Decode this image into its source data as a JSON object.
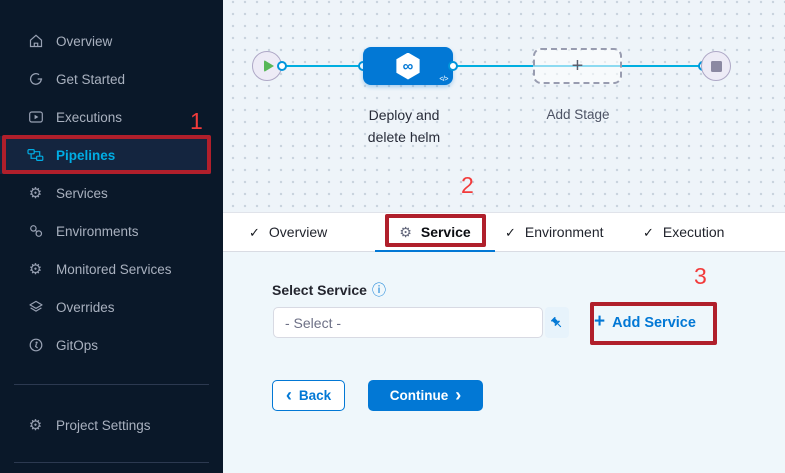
{
  "colors": {
    "accent_blue": "#0278d5",
    "link_cyan": "#00ade4",
    "sidebar_bg": "#0a1829",
    "sidebar_active_bg": "#14253f",
    "canvas_bg": "#eef4f9",
    "content_bg": "#eff7fb",
    "flow_line": "#00aee0",
    "annotation_box": "#b01f2b",
    "annotation_number": "#f23b3b",
    "node_green": "#58b758"
  },
  "glyphs": {
    "check": "✓",
    "gear": "⚙",
    "info": "ⓘ",
    "plus": "+",
    "infinity": "∞",
    "code": "</>",
    "chevron_left": "‹",
    "chevron_right": "›"
  },
  "sidebar": {
    "items": [
      {
        "label": "Overview",
        "icon": "home-icon"
      },
      {
        "label": "Get Started",
        "icon": "restart-icon"
      },
      {
        "label": "Executions",
        "icon": "executions-icon"
      },
      {
        "label": "Pipelines",
        "icon": "pipelines-icon",
        "active": true
      },
      {
        "label": "Services",
        "icon": "gear-icon"
      },
      {
        "label": "Environments",
        "icon": "environments-icon"
      },
      {
        "label": "Monitored Services",
        "icon": "monitored-services-icon"
      },
      {
        "label": "Overrides",
        "icon": "layers-icon"
      },
      {
        "label": "GitOps",
        "icon": "gitops-icon"
      }
    ],
    "footer_item": {
      "label": "Project Settings",
      "icon": "gear-icon"
    }
  },
  "canvas": {
    "stage_name": "Deploy and delete helm",
    "add_stage_label": "Add Stage"
  },
  "tabs": [
    {
      "label": "Overview",
      "icon": "check"
    },
    {
      "label": "Service",
      "icon": "gear",
      "active": true
    },
    {
      "label": "Environment",
      "icon": "check"
    },
    {
      "label": "Execution",
      "icon": "check"
    }
  ],
  "form": {
    "label": "Select Service",
    "placeholder": "- Select -",
    "add_service_label": "Add Service"
  },
  "buttons": {
    "back": "Back",
    "continue": "Continue"
  },
  "annotations": {
    "step1": "1",
    "step2": "2",
    "step3": "3"
  }
}
